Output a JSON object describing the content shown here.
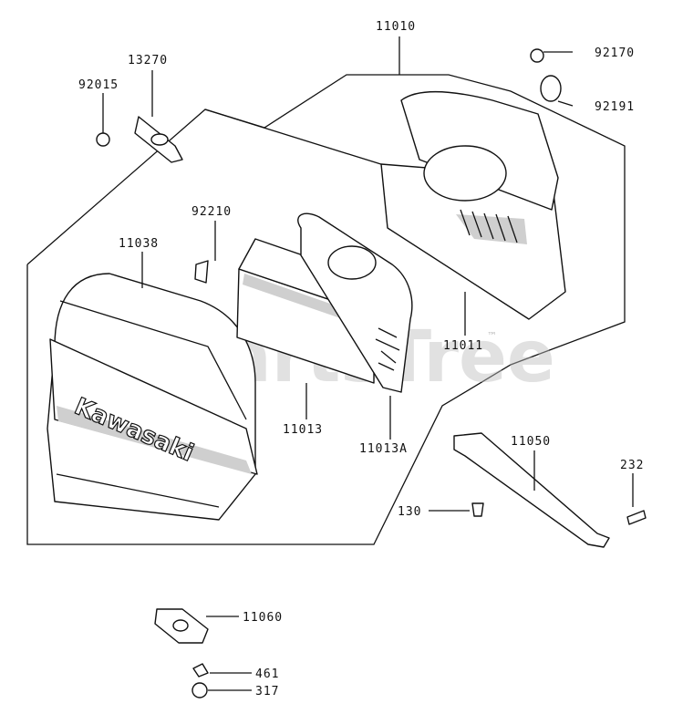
{
  "watermark": {
    "text": "PartsTree",
    "tm": "™"
  },
  "brand_text": "Kawasaki",
  "labels": {
    "p11010": "11010",
    "p13270": "13270",
    "p92015": "92015",
    "p92170": "92170",
    "p92191": "92191",
    "p92210": "92210",
    "p11038": "11038",
    "p11011": "11011",
    "p11013": "11013",
    "p11013A": "11013A",
    "p11050": "11050",
    "p232": "232",
    "p130": "130",
    "p11060": "11060",
    "p461": "461",
    "p317": "317"
  }
}
